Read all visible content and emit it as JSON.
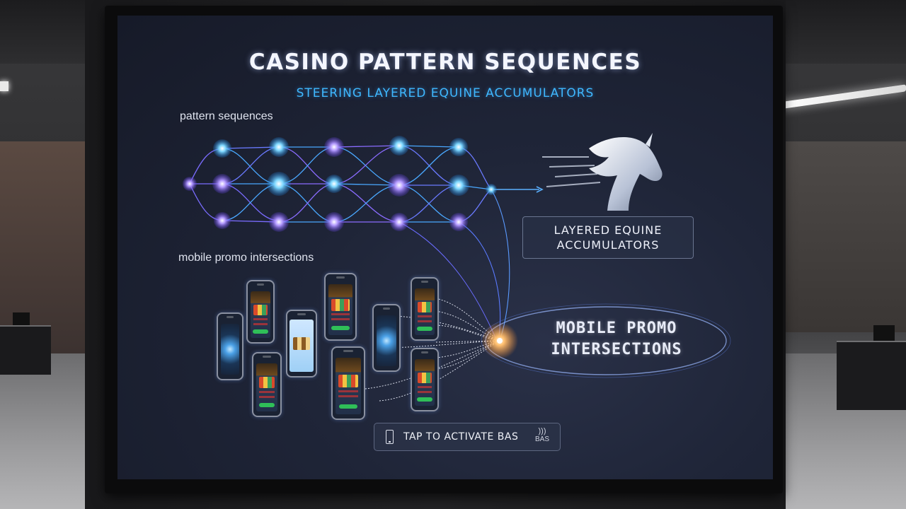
{
  "screen": {
    "title": "CASINO PATTERN SEQUENCES",
    "subtitle": "STEERING LAYERED EQUINE ACCUMULATORS",
    "section_pattern": "pattern sequences",
    "section_mobile": "mobile promo intersections",
    "accumulator_box": "LAYERED EQUINE ACCUMULATORS",
    "promo_label": "MOBILE PROMO INTERSECTIONS",
    "cta": {
      "label": "TAP TO ACTIVATE BAS",
      "badge": "BAS",
      "icon": "phone-icon",
      "badge_icon": "wifi-icon"
    },
    "horse_icon": "horse-head-icon"
  },
  "colors": {
    "accent_blue": "#3fb8ff",
    "node_purple": "#8a5cff",
    "node_cyan": "#38c8ff",
    "glow_orange": "#ffb060"
  }
}
